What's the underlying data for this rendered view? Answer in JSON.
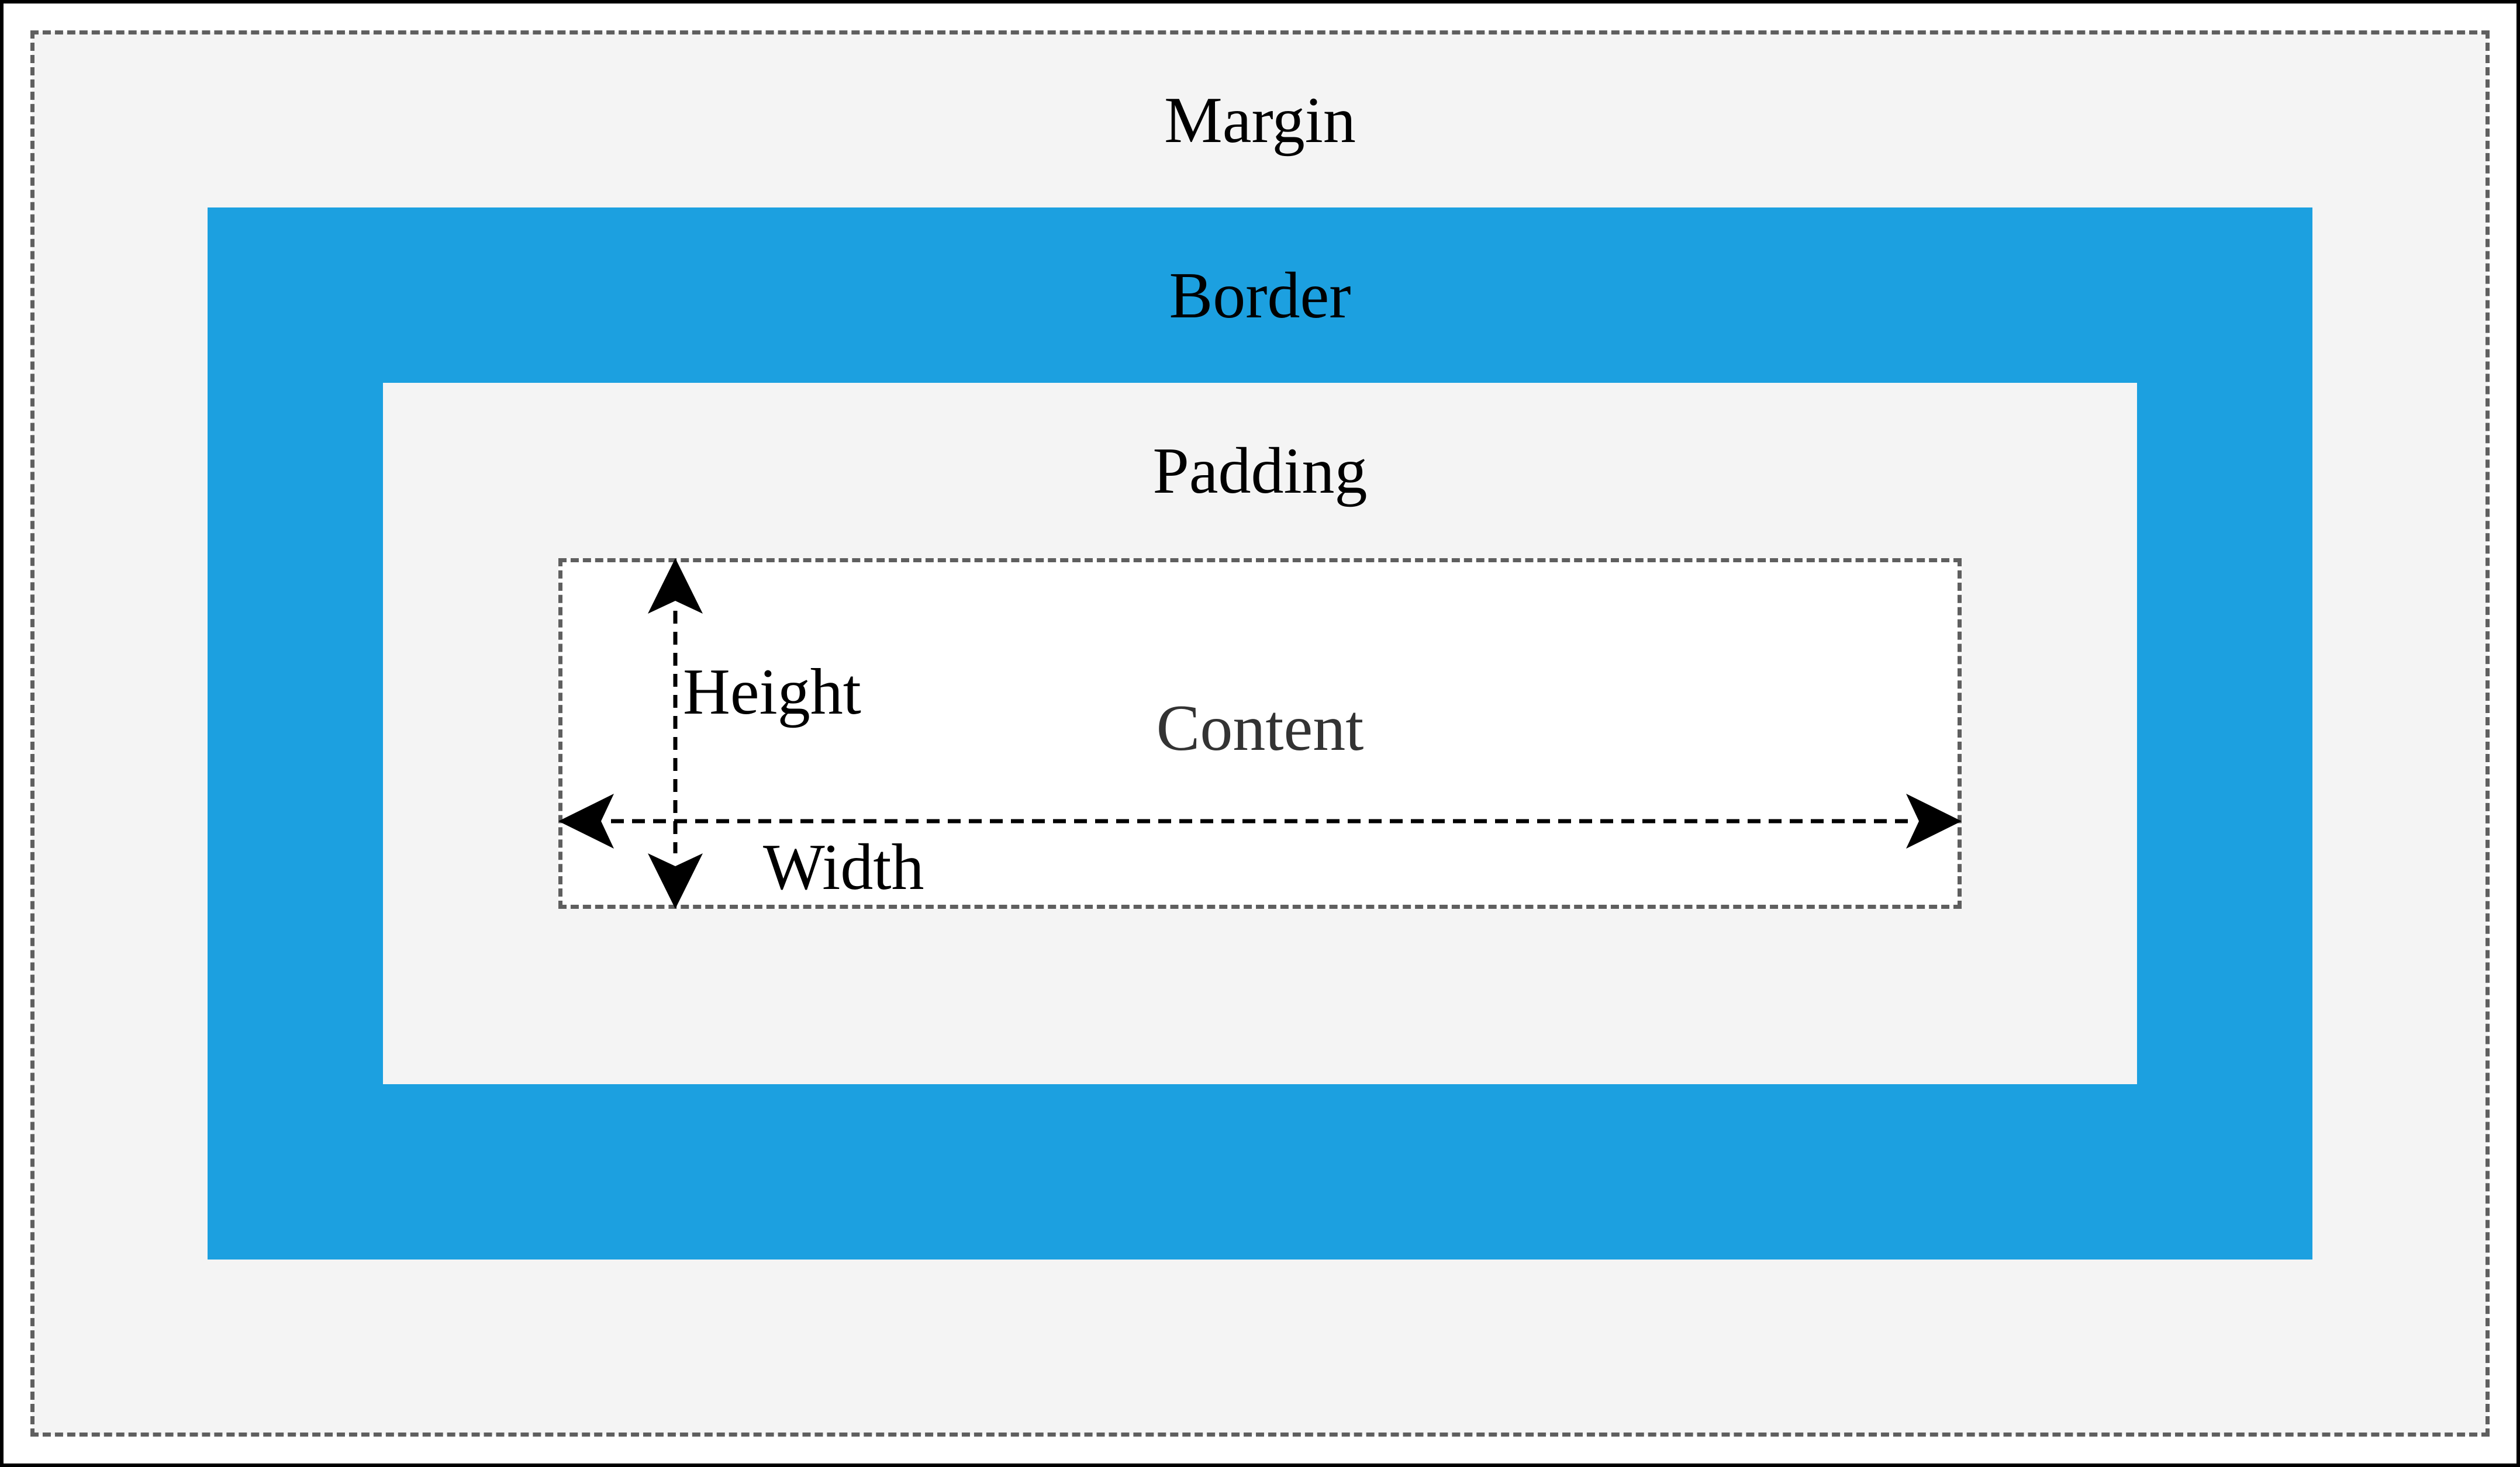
{
  "labels": {
    "margin": "Margin",
    "border": "Border",
    "padding": "Padding",
    "content": "Content",
    "height": "Height",
    "width": "Width"
  },
  "colors": {
    "margin_fill": "#f4f4f4",
    "border_fill": "#1ca0e0",
    "padding_fill": "#f4f4f4",
    "content_fill": "#ffffff",
    "content_text": "#333333",
    "dashed_outline": "#5f5f5f",
    "arrow": "#000000"
  }
}
